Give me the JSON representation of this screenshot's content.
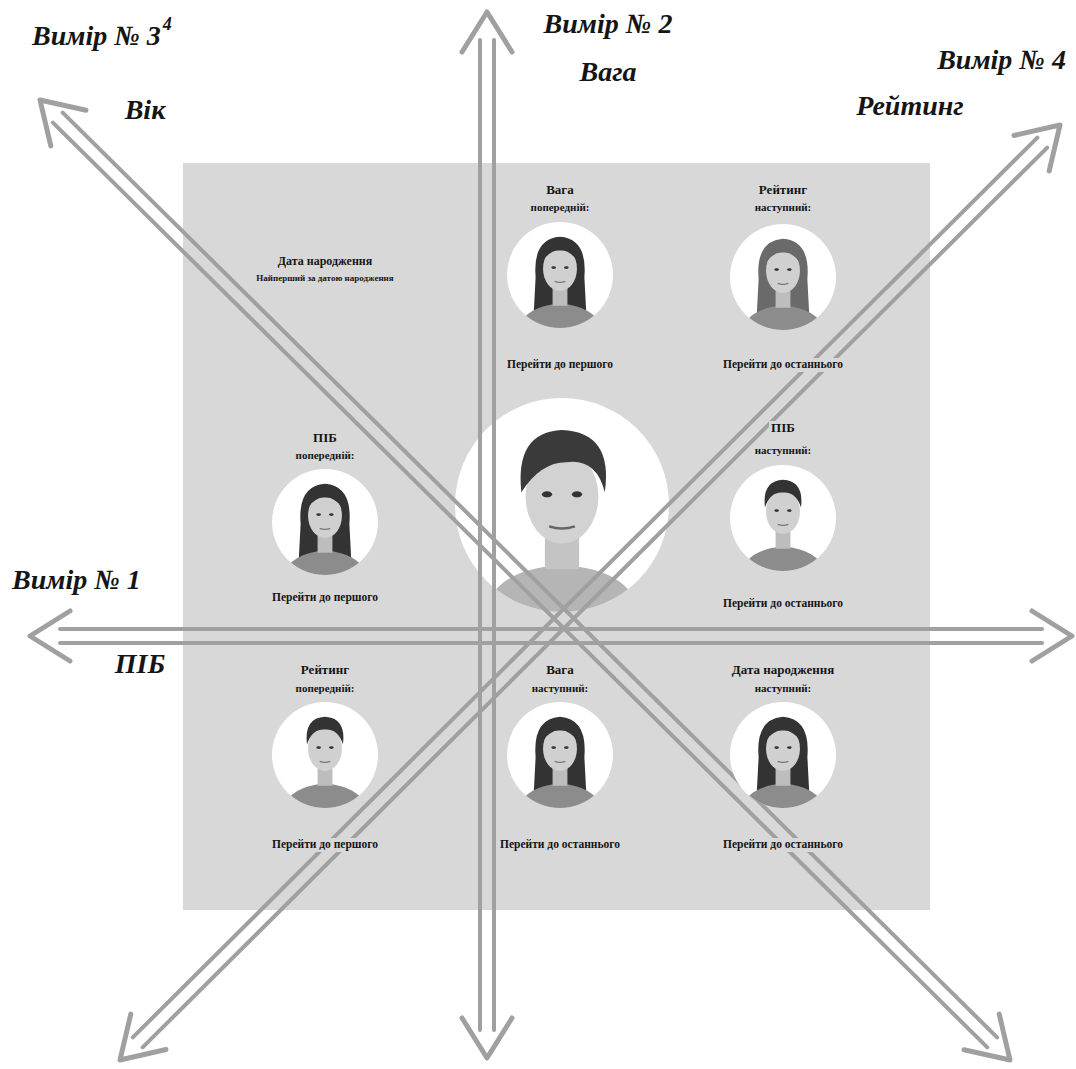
{
  "diagram": {
    "nodes": [
      {
        "text": [
          "Вага",
          "попередній:",
          "Перейти до першого"
        ]
      },
      {
        "text": [
          "Рейтинг",
          "наступний:",
          "Перейти до останнього"
        ]
      },
      {
        "text": [
          "ПІБ",
          "попередній:",
          "Перейти до першого"
        ]
      },
      {
        "text": [
          "ПІБ",
          "наступний:",
          "Перейти до останнього"
        ]
      },
      {
        "text": [
          "Рейтинг",
          "попередній:",
          "Перейти до першого"
        ]
      },
      {
        "text": [
          "Вага",
          "наступний:",
          "Перейти до останнього"
        ]
      },
      {
        "text": [
          "Дата народження",
          "наступний:",
          "Перейти до останнього"
        ]
      }
    ],
    "labels": [
      "Вимір № 3",
      "4",
      "Вік",
      "Вимір № 2",
      "Вага",
      "Вимір № 4",
      "Рейтинг",
      "Дата народження",
      "Найперший за датою народження",
      "Вимір № 1",
      "ПІБ"
    ]
  }
}
